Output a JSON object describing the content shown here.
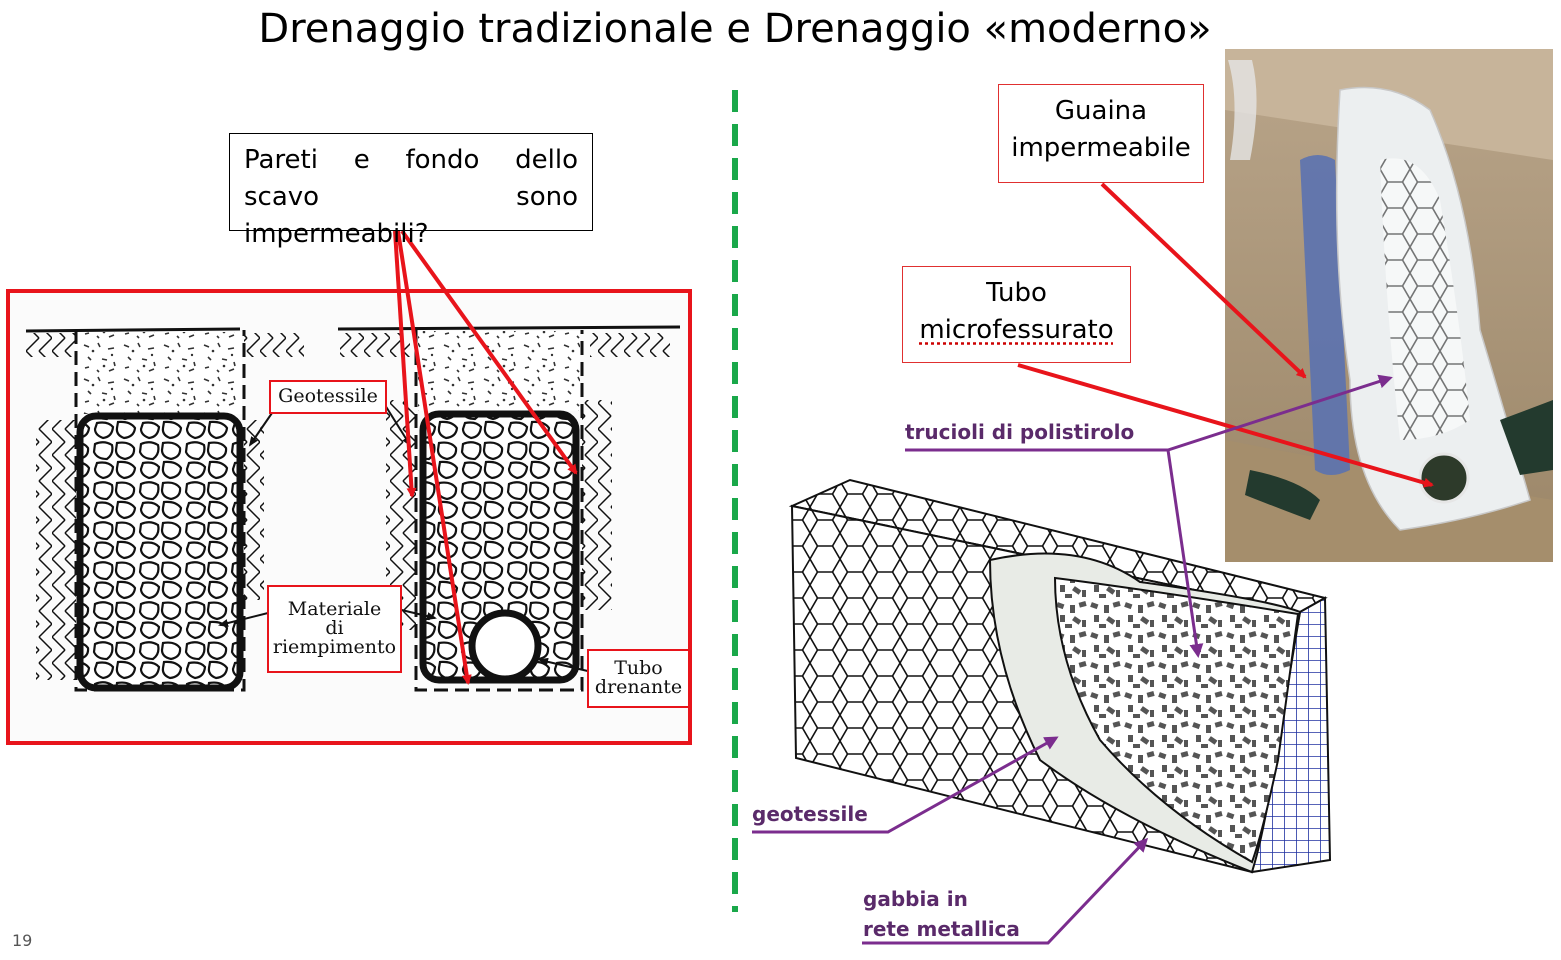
{
  "slide": {
    "title": "Drenaggio tradizionale e Drenaggio «moderno»",
    "page_number": "19"
  },
  "callouts": {
    "question_line1_words": [
      "Pareti",
      "e",
      "fondo",
      "dello"
    ],
    "question_line2": "scavo sono impermeabili?",
    "guaina_line1": "Guaina",
    "guaina_line2": "impermeabile",
    "tubo_line1": "Tubo",
    "tubo_line2": "microfessurato"
  },
  "traditional_diagram": {
    "geotessile": "Geotessile",
    "materiale_line1": "Materiale",
    "materiale_line2": "di",
    "materiale_line3": "riempimento",
    "tubo_line1": "Tubo",
    "tubo_line2": "drenante"
  },
  "modern_diagram": {
    "trucioli": "trucioli di polistirolo",
    "geotessile": "geotessile",
    "gabbia_line1": "gabbia in",
    "gabbia_line2": "rete metallica"
  },
  "colors": {
    "highlight_red": "#e8141b",
    "divider_green": "#1aa84a",
    "label_purple": "#7b2d8e",
    "mesh_blue": "#2030a0"
  }
}
